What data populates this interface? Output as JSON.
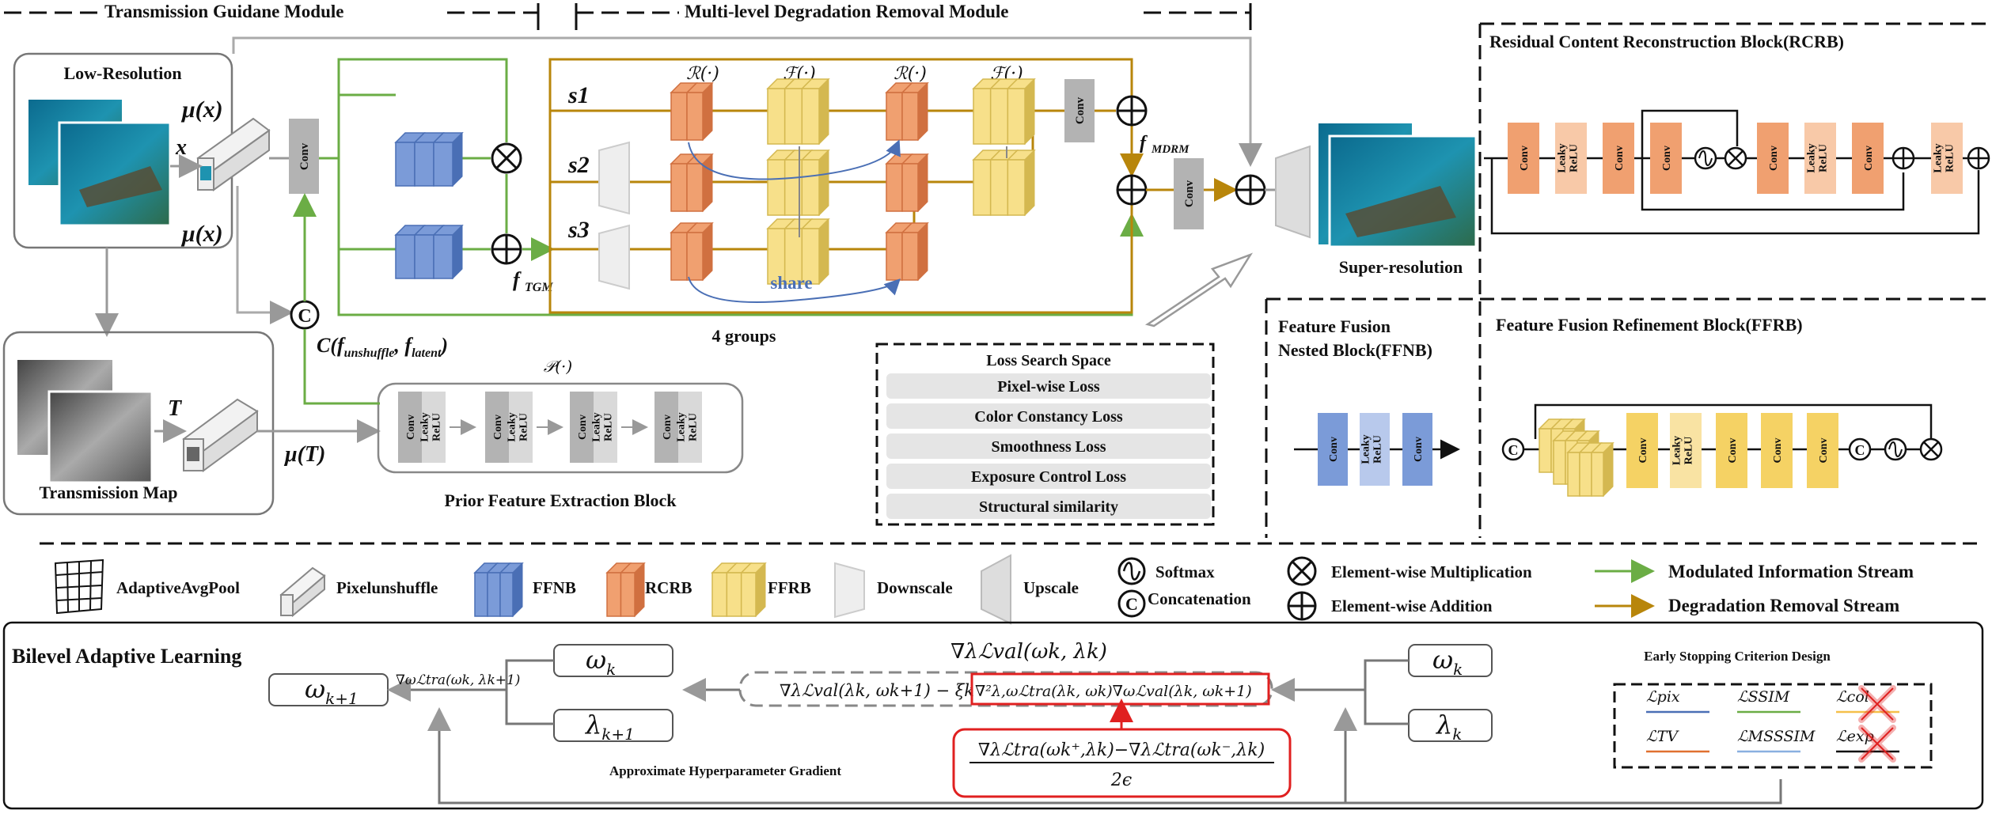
{
  "titles": {
    "tgm": "Transmission Guidane  Module",
    "mdrm": "Multi-level Degradation Removal Module",
    "rcrb": "Residual Content Reconstruction Block(RCRB)",
    "ffnb_line1": "Feature Fusion",
    "ffnb_line2": "Nested Block(FFNB)",
    "ffrb": "Feature Fusion Refinement Block(FFRB)",
    "bal": "Bilevel Adaptive Learning",
    "escd": "Early Stopping Criterion Design",
    "pfeb": "Prior Feature Extraction Block",
    "groups": "4 groups",
    "share": "share",
    "approx": "Approximate Hyperparameter Gradient"
  },
  "labels": {
    "low_res": "Low-Resolution",
    "super_res": "Super-resolution",
    "trans_map": "Transmission Map",
    "mu_x": "μ(x)",
    "x": "x",
    "T": "T",
    "mu_T": "μ(T)",
    "s1": "s1",
    "s2": "s2",
    "s3": "s3",
    "R": "ℛ(·)",
    "F": "ℱ(·)",
    "P": "𝒫(·)",
    "f_tgm": "f",
    "f_tgm_sub": "TGM",
    "f_mdrm": "f",
    "f_mdrm_sub": "MDRM",
    "concat": "C(f",
    "concat_sub1": "unshuffle",
    "concat_mid": ", f",
    "concat_sub2": "latent",
    "concat_end": ")",
    "c": "C"
  },
  "blocks": {
    "conv": "Conv",
    "leaky": "Leaky",
    "relu": "ReLU"
  },
  "loss_space": {
    "title": "Loss Search Space",
    "items": [
      "Pixel-wise Loss",
      "Color Constancy Loss",
      "Smoothness Loss",
      "Exposure Control Loss",
      "Structural similarity"
    ]
  },
  "legend": {
    "pool": "AdaptiveAvgPool",
    "pix": "Pixelunshuffle",
    "ffnb": "FFNB",
    "rcrb": "RCRB",
    "ffrb": "FFRB",
    "down": "Downscale",
    "up": "Upscale",
    "softmax": "Softmax",
    "concat": "Concatenation",
    "mult": "Element-wise Multiplication",
    "add": "Element-wise Addition",
    "mod": "Modulated Information Stream",
    "deg": "Degradation Removal Stream"
  },
  "bilevel": {
    "w_k": "ω",
    "w_k_sub": "k",
    "lam_k": "λ",
    "lam_k_sub": "k",
    "w_k1_sub": "k+1",
    "lam_k1_sub": "k+1",
    "grad_top": "∇λℒval(ωk, λk)",
    "grad_w": "∇ωℒtra(ωk, λk+1)",
    "hyper_left": "∇λℒval(λk, ωk+1) − ξk",
    "hyper_red": "∇²λ,ωℒtra(λk, ωk)∇ωℒval(λk, ωk+1)",
    "fd_num": "∇λℒtra(ωk⁺,λk)−∇λℒtra(ωk⁻,λk)",
    "fd_den": "2ϵ"
  },
  "escd_losses": {
    "pix": "ℒpix",
    "ssim": "ℒSSIM",
    "col": "ℒcol",
    "tv": "ℒTV",
    "msssim": "ℒMSSSIM",
    "exp": "ℒexp"
  },
  "colors": {
    "green": "#6bad45",
    "gold": "#b8860b",
    "blue_block": "#7b9bd8",
    "orange_block": "#f0a070",
    "yellow_block": "#f7e08a",
    "conv_gray": "#b3b3b3",
    "red": "#e02020"
  }
}
